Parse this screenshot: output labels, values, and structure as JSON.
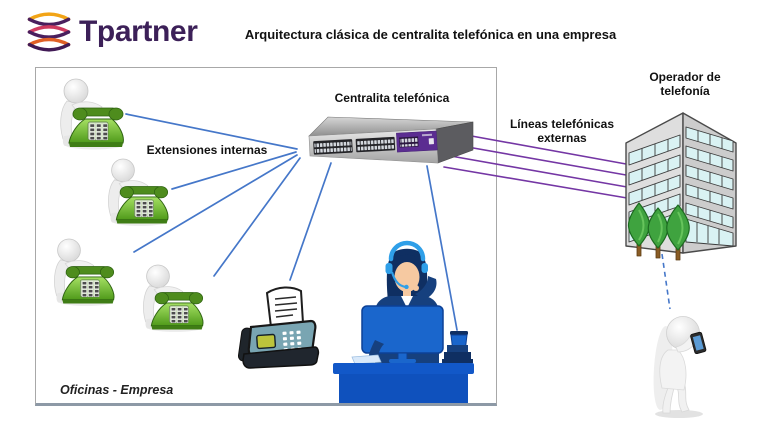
{
  "header": {
    "logo_text": "Tpartner",
    "title": "Arquitectura clásica de centralita telefónica en una empresa"
  },
  "diagram": {
    "office_label": "Oficinas - Empresa",
    "extensions_label": "Extensiones internas",
    "pbx_label": "Centralita telefónica",
    "external_lines_label": "Líneas telefónicas externas",
    "operator_label": "Operador de telefonía"
  },
  "colors": {
    "internal_line": "#4577c9",
    "external_line": "#7436a4"
  }
}
